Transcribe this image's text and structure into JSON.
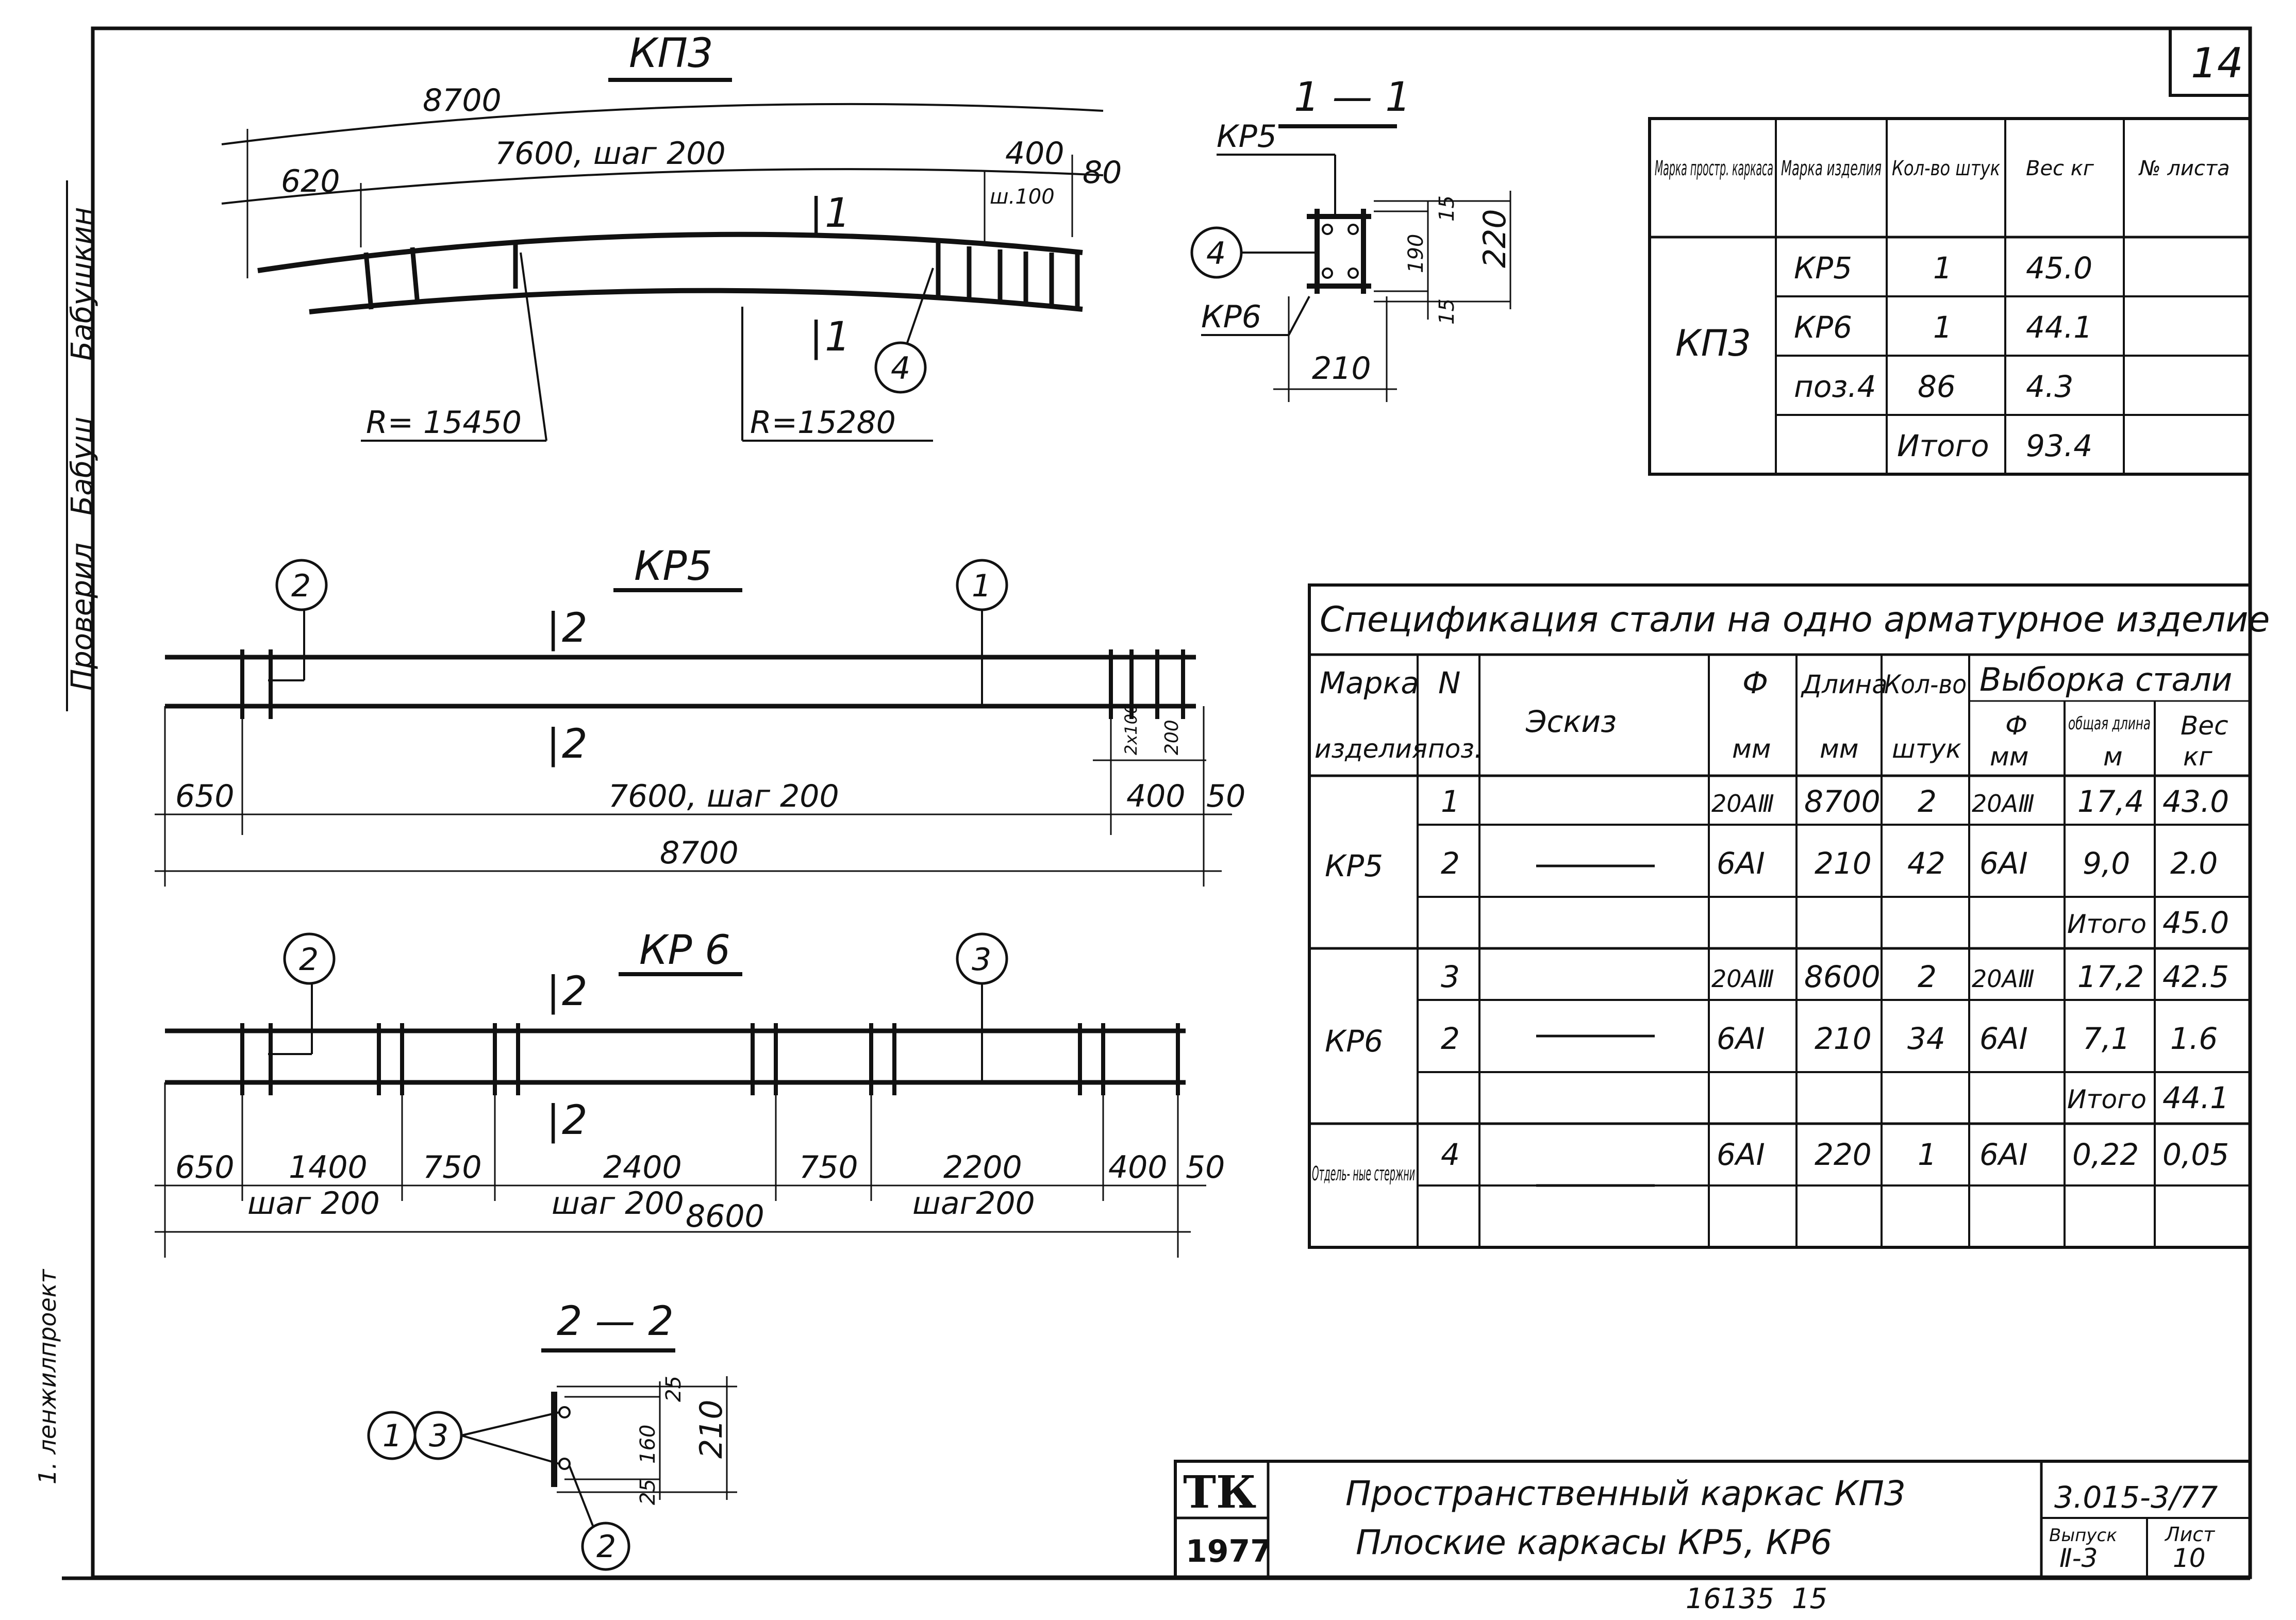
{
  "sheet_number": "14",
  "stamp_number": "16135  15",
  "side_stamps": {
    "designer": "Бабушкин",
    "checked": "Проверил",
    "signature": "Бабуш",
    "org": "1. ленжилпроект"
  },
  "kp3": {
    "title": "КП3",
    "overall": "8700",
    "left": "620",
    "middle": "7600,   шаг 200",
    "right": "400",
    "right_step": "ш.100",
    "end": "80",
    "section_mark": "1",
    "radius_outer": "R= 15450",
    "radius_inner": "R=15280",
    "pos_callout": "4"
  },
  "section_1_1": {
    "title": "1 — 1",
    "top_label": "КР5",
    "bottom_label": "КР6",
    "pos": "4",
    "dim_15_top": "15",
    "dim_190": "190",
    "dim_220": "220",
    "dim_15_bottom": "15",
    "dim_210": "210"
  },
  "summary_table": {
    "headers": [
      "Марка простр. каркаса",
      "Марка изделия",
      "Кол-во штук",
      "Вес кг",
      "№ листа"
    ],
    "frame": "КП3",
    "rows": [
      [
        "КР5",
        "1",
        "45.0",
        ""
      ],
      [
        "КР6",
        "1",
        "44.1",
        ""
      ],
      [
        "поз.4",
        "86",
        "4.3",
        ""
      ],
      [
        "",
        "Итого",
        "93.4",
        ""
      ]
    ]
  },
  "kr5": {
    "title": "КР5",
    "pos_a": "2",
    "pos_b": "1",
    "section": "2",
    "dim_650": "650",
    "dim_mid": "7600, шаг 200",
    "dim_400": "400",
    "dim_50": "50",
    "dim_total": "8700",
    "dim_2x100": "2x100",
    "dim_200": "200"
  },
  "kr6": {
    "title": "КР 6",
    "pos_a": "2",
    "pos_b": "3",
    "section": "2",
    "dims": [
      "650",
      "1400",
      "750",
      "2400",
      "750",
      "2200",
      "400",
      "50"
    ],
    "steps": [
      "шаг 200",
      "шаг 200",
      "шаг200"
    ],
    "total": "8600"
  },
  "section_2_2": {
    "title": "2 — 2",
    "pos_left_a": "1",
    "pos_left_b": "3",
    "pos_bottom": "2",
    "dim_25_top": "25",
    "dim_160": "160",
    "dim_210": "210",
    "dim_25_bottom": "25"
  },
  "spec_table": {
    "title": "Спецификация стали на одно арматурное изделие",
    "h_mark": "Марка",
    "h_mark2": "изделия",
    "h_n": "N",
    "h_n2": "поз.",
    "h_sketch": "Эскиз",
    "h_phi": "Ф",
    "h_phi_unit": "мм",
    "h_len": "Длина",
    "h_len_unit": "мм",
    "h_qty": "Кол-во",
    "h_qty_unit": "штук",
    "h_sel": "Выборка стали",
    "h_sel_phi": "Ф",
    "h_sel_phi_unit": "мм",
    "h_total_len": "общая длина",
    "h_total_len_unit": "м",
    "h_weight": "Вес",
    "h_weight_unit": "кг",
    "kr5_label": "КР5",
    "kr6_label": "КР6",
    "sep_label": "Отдель- ные стержни",
    "rows": [
      {
        "pos": "1",
        "phi": "20АⅢ",
        "len": "8700",
        "qty": "2",
        "sphi": "20АⅢ",
        "tlen": "17,4",
        "w": "43.0"
      },
      {
        "pos": "2",
        "phi": "6АⅠ",
        "len": "210",
        "qty": "42",
        "sphi": "6АⅠ",
        "tlen": "9,0",
        "w": "2.0"
      },
      {
        "pos": "",
        "phi": "",
        "len": "",
        "qty": "",
        "sphi": "",
        "tlen": "Итого",
        "w": "45.0"
      },
      {
        "pos": "3",
        "phi": "20АⅢ",
        "len": "8600",
        "qty": "2",
        "sphi": "20АⅢ",
        "tlen": "17,2",
        "w": "42.5"
      },
      {
        "pos": "2",
        "phi": "6АⅠ",
        "len": "210",
        "qty": "34",
        "sphi": "6АⅠ",
        "tlen": "7,1",
        "w": "1.6"
      },
      {
        "pos": "",
        "phi": "",
        "len": "",
        "qty": "",
        "sphi": "",
        "tlen": "Итого",
        "w": "44.1"
      },
      {
        "pos": "4",
        "phi": "6АⅠ",
        "len": "220",
        "qty": "1",
        "sphi": "6АⅠ",
        "tlen": "0,22",
        "w": "0,05"
      }
    ]
  },
  "title_block": {
    "logo": "ТК",
    "year": "1977",
    "line1": "Пространственный  каркас КП3",
    "line2": "Плоские  каркасы  КР5, КР6",
    "code": "3.015-3/77",
    "issue_label": "Выпуск",
    "issue": "Ⅱ-3",
    "sheet_label": "Лист",
    "sheet": "10"
  }
}
